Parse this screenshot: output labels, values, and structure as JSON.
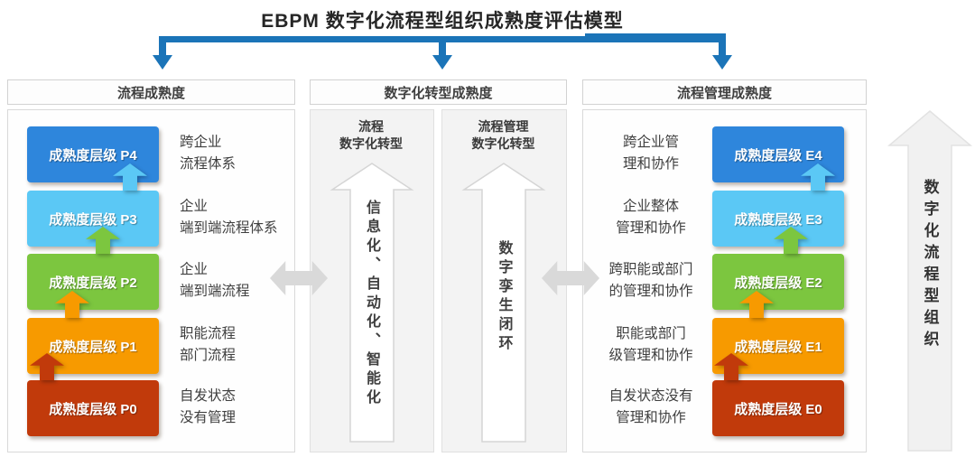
{
  "title": "EBPM 数字化流程型组织成熟度评估模型",
  "colors": {
    "bracket_blue": "#1B74B8",
    "level_blue": "#2E86DC",
    "level_light_blue": "#5BC8F5",
    "level_green": "#7CC63F",
    "level_orange": "#F79A00",
    "level_dark_red": "#C13A0B",
    "exchange_arrow_gray": "#D9D9D9"
  },
  "columns": {
    "process": {
      "header": "流程成熟度",
      "levels": [
        {
          "label": "成熟度层级 P4",
          "desc1": "跨企业",
          "desc2": "流程体系",
          "color": "#2E86DC"
        },
        {
          "label": "成熟度层级 P3",
          "desc1": "企业",
          "desc2": "端到端流程体系",
          "color": "#5BC8F5"
        },
        {
          "label": "成熟度层级 P2",
          "desc1": "企业",
          "desc2": "端到端流程",
          "color": "#7CC63F"
        },
        {
          "label": "成熟度层级 P1",
          "desc1": "职能流程",
          "desc2": "部门流程",
          "color": "#F79A00"
        },
        {
          "label": "成熟度层级 P0",
          "desc1": "自发状态",
          "desc2": "没有管理",
          "color": "#C13A0B"
        }
      ]
    },
    "digital": {
      "header": "数字化转型成熟度",
      "sub_panels": [
        {
          "header1": "流程",
          "header2": "数字化转型",
          "arrow_text": "信息化、自动化、智能化"
        },
        {
          "header1": "流程管理",
          "header2": "数字化转型",
          "arrow_text": "数字孪生闭环"
        }
      ]
    },
    "management": {
      "header": "流程管理成熟度",
      "levels": [
        {
          "label": "成熟度层级 E4",
          "desc1": "跨企业管",
          "desc2": "理和协作",
          "color": "#2E86DC"
        },
        {
          "label": "成熟度层级 E3",
          "desc1": "企业整体",
          "desc2": "管理和协作",
          "color": "#5BC8F5"
        },
        {
          "label": "成熟度层级 E2",
          "desc1": "跨职能或部门",
          "desc2": "的管理和协作",
          "color": "#7CC63F"
        },
        {
          "label": "成熟度层级 E1",
          "desc1": "职能或部门",
          "desc2": "级管理和协作",
          "color": "#F79A00"
        },
        {
          "label": "成熟度层级 E0",
          "desc1": "自发状态没有",
          "desc2": "管理和协作",
          "color": "#C13A0B"
        }
      ]
    }
  },
  "right_arrow_text": "数字化流程型组织"
}
